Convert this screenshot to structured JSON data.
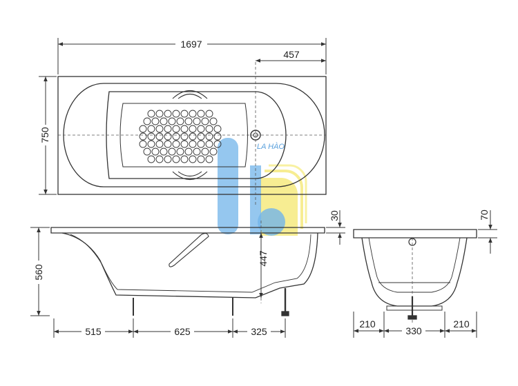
{
  "dimensions": {
    "top_length": "1697",
    "top_drain_offset": "457",
    "top_width": "750",
    "side_rim_thickness": "30",
    "side_height": "560",
    "side_inner_depth": "447",
    "side_seg_left": "515",
    "side_seg_middle": "625",
    "side_seg_right": "325",
    "end_rim_thickness": "70",
    "end_seg_left": "210",
    "end_seg_middle": "330",
    "end_seg_right": "210"
  },
  "watermark": {
    "text": "LA HÀO",
    "colors": {
      "blue": "#5aa8e6",
      "yellow": "#f2e24a"
    }
  },
  "colors": {
    "line": "#333333",
    "dash": "#555555"
  }
}
